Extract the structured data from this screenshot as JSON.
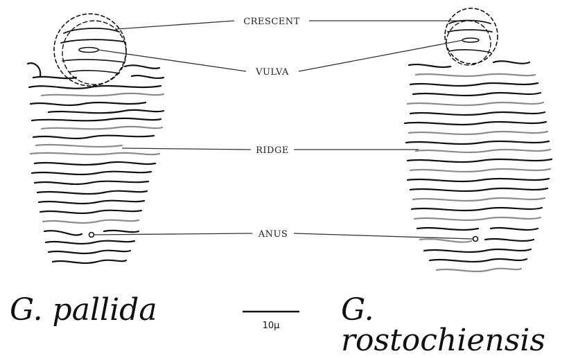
{
  "figure": {
    "labels": {
      "crescent": "CRESCENT",
      "vulva": "VULVA",
      "ridge": "RIDGE",
      "anus": "ANUS"
    },
    "species_left": "G. pallida",
    "species_right": "G. rostochiensis",
    "scale_bar_label": "10µ"
  },
  "colors": {
    "ink": "#111111",
    "grey_ridge": "#8c8c8c"
  }
}
